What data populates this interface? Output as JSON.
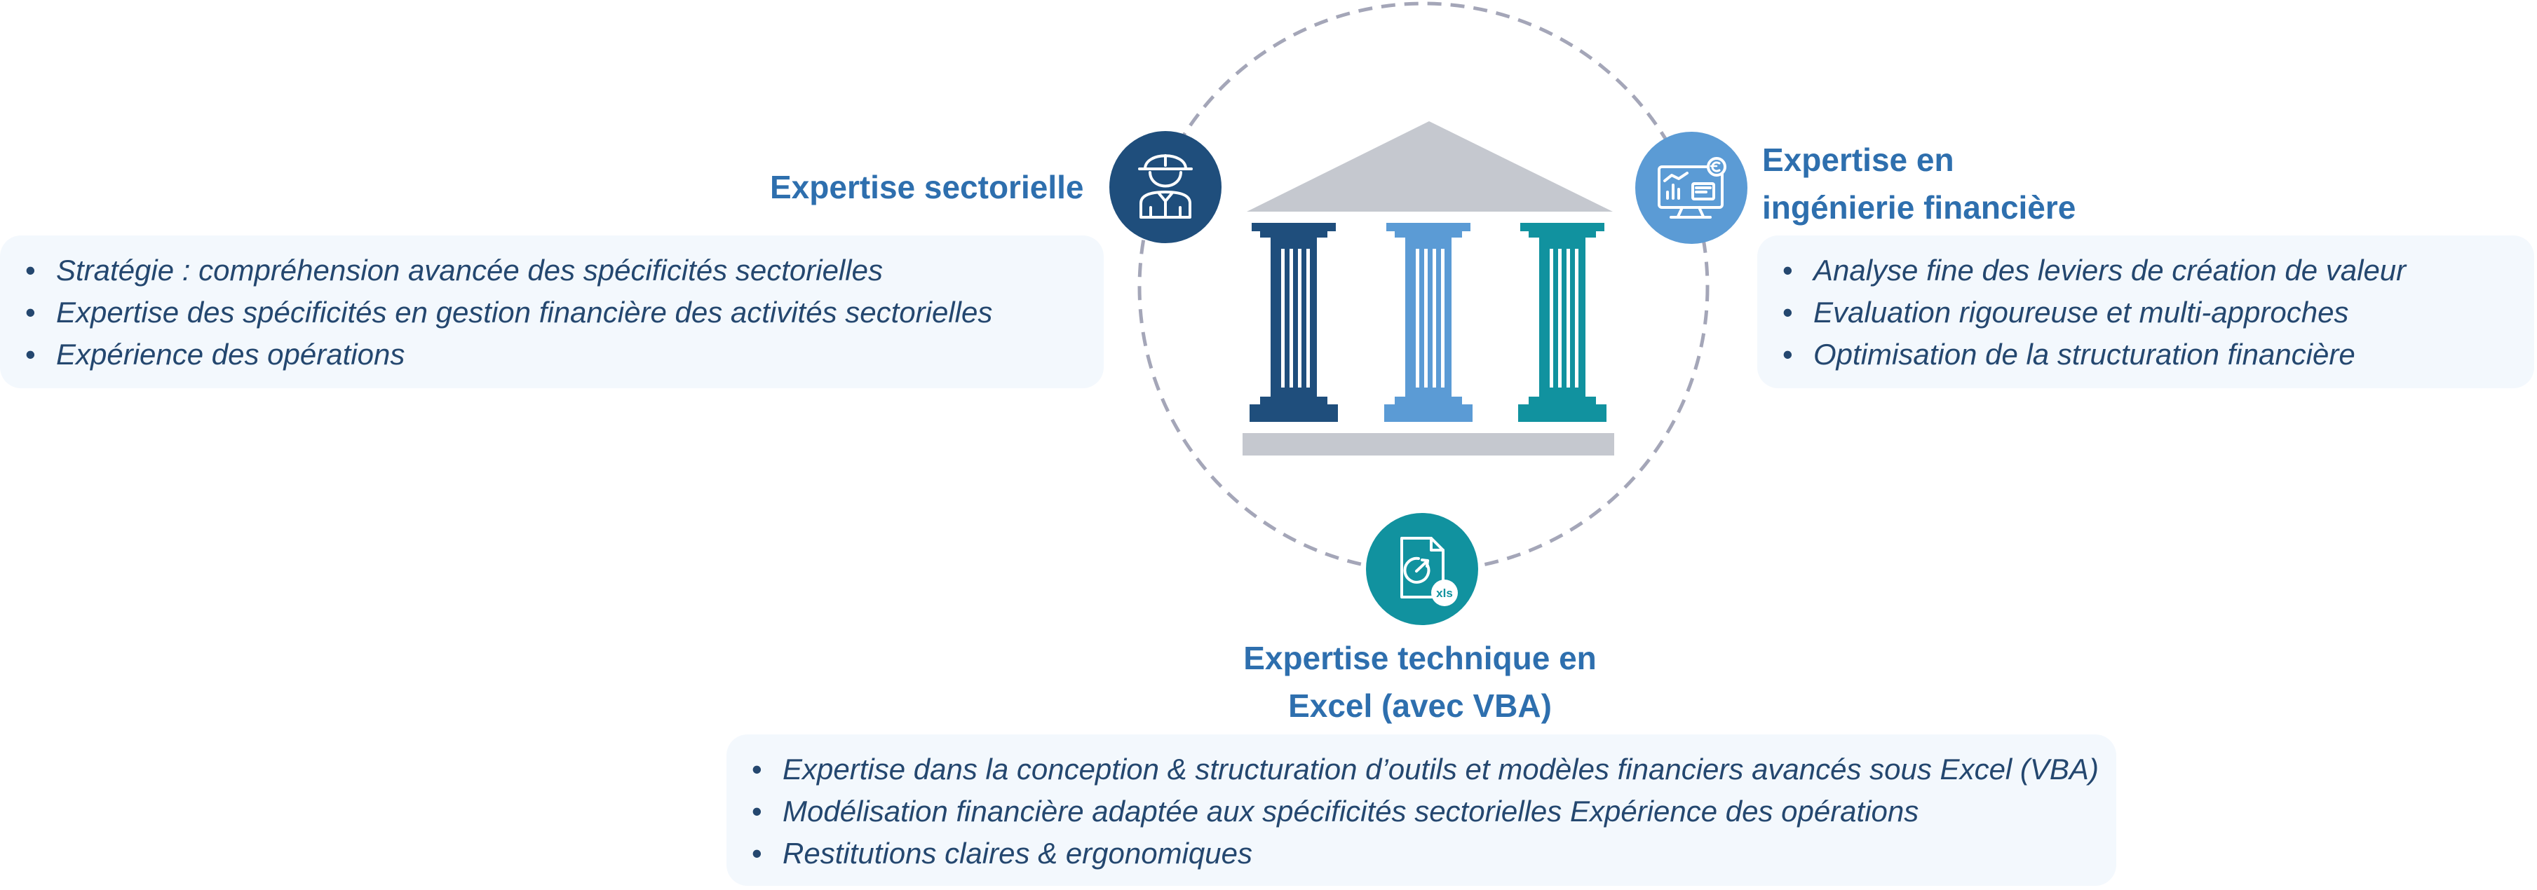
{
  "colors": {
    "navy": "#1f4e7c",
    "light_blue": "#5b9bd5",
    "teal": "#11929f",
    "grey": "#c5c8cf",
    "title_blue": "#2e6fae",
    "bullet_text": "#24476f",
    "box_bg": "#f3f8fd",
    "dashed_circle": "#a4a6b8"
  },
  "center": {
    "icon": "bank-building-icon",
    "pillars": [
      "navy-pillar",
      "light-blue-pillar",
      "teal-pillar"
    ]
  },
  "sections": {
    "sectorielle": {
      "icon": "worker-helmet-icon",
      "title": "Expertise sectorielle",
      "items": [
        "Stratégie : compréhension avancée des spécificités sectorielles",
        "Expertise des spécificités en gestion financière des activités sectorielles",
        "Expérience des opérations"
      ]
    },
    "ingenierie": {
      "icon": "computer-dashboard-icon",
      "title_line1": "Expertise en",
      "title_line2": "ingénierie financière",
      "items": [
        "Analyse fine des leviers de création de valeur",
        "Evaluation rigoureuse et multi-approches",
        "Optimisation de la structuration financière"
      ]
    },
    "technique": {
      "icon": "xls-file-icon",
      "icon_label": "xls",
      "title_line1": "Expertise technique en",
      "title_line2": "Excel (avec VBA)",
      "items": [
        "Expertise dans la conception & structuration d’outils et modèles financiers avancés sous Excel (VBA)",
        "Modélisation financière adaptée aux spécificités sectorielles Expérience des opérations",
        "Restitutions claires & ergonomiques"
      ]
    }
  }
}
